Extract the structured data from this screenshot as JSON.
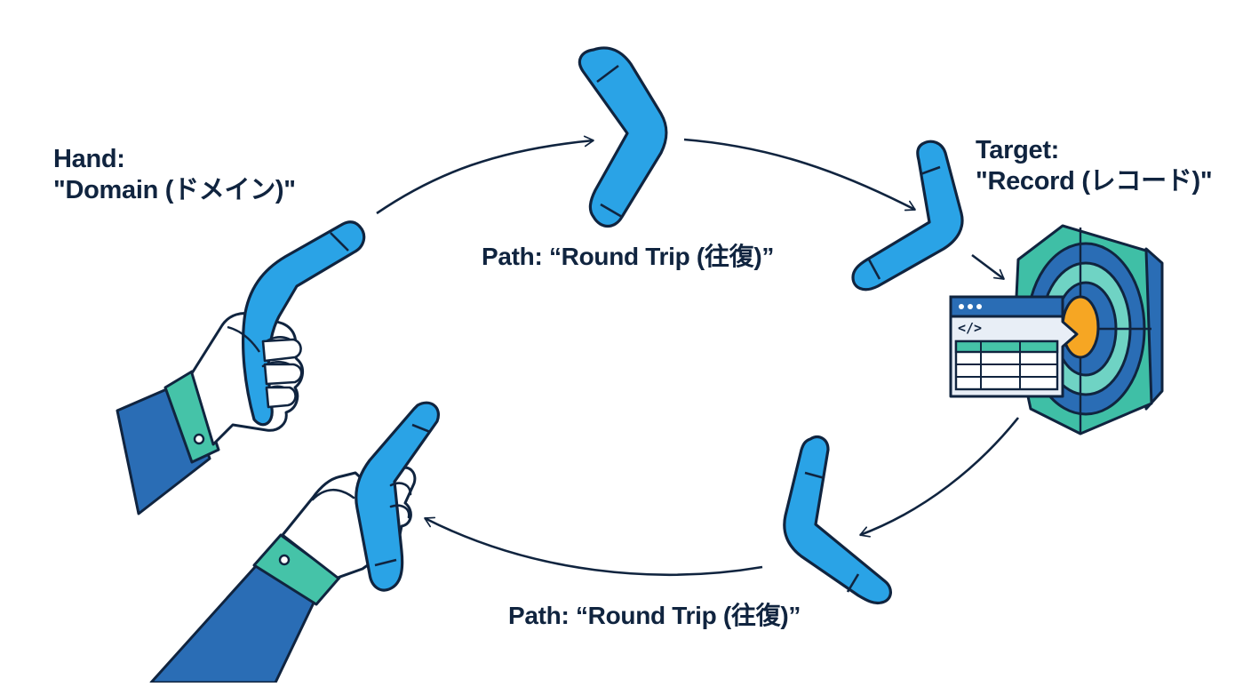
{
  "hand": {
    "title": "Hand:",
    "value": "\"Domain (ドメイン)\""
  },
  "target": {
    "title": "Target:",
    "value": "\"Record (レコード)\""
  },
  "paths": {
    "top": "Path: “Round Trip (往復)”",
    "bottom": "Path: “Round Trip (往復)”"
  },
  "record_icon": {
    "code_glyph": "</>"
  },
  "colors": {
    "outline": "#10243f",
    "boomerang": "#2aa3e6",
    "sleeve": "#2a6db5",
    "cuff": "#45c3a8",
    "target_outer": "#3fbfa6",
    "target_mid": "#2a6db5",
    "target_ring": "#6fd3c4",
    "bullseye": "#f6a623",
    "panel": "#e8eef6",
    "panel_header": "#2a6db5"
  }
}
